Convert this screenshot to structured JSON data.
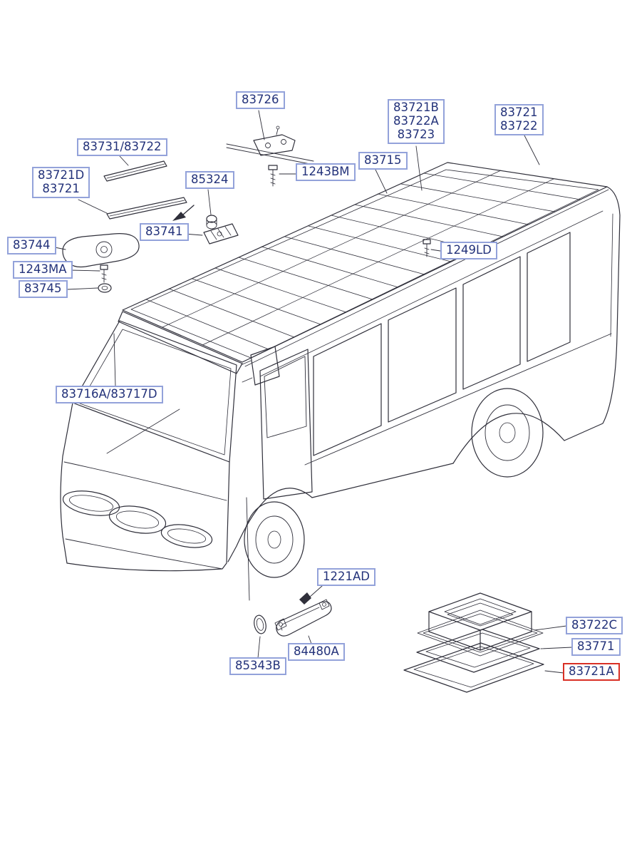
{
  "diagram_title": "Bus roof trim and ventilator parts diagram",
  "colors": {
    "label_border": "#93a2da",
    "label_text": "#23327a",
    "highlight_border": "#d93025",
    "line_art": "#2f2f3a",
    "background": "#ffffff"
  },
  "labels": [
    {
      "id": "83726",
      "text": "83726",
      "highlighted": false
    },
    {
      "id": "83721B-83722A-83723",
      "text": "83721B\n83722A\n83723",
      "highlighted": false
    },
    {
      "id": "83721-83722",
      "text": "83721\n83722",
      "highlighted": false
    },
    {
      "id": "83731-83722",
      "text": "83731/83722",
      "highlighted": false
    },
    {
      "id": "83721D-83721",
      "text": "83721D\n83721",
      "highlighted": false
    },
    {
      "id": "85324",
      "text": "85324",
      "highlighted": false
    },
    {
      "id": "1243BM",
      "text": "1243BM",
      "highlighted": false
    },
    {
      "id": "83715",
      "text": "83715",
      "highlighted": false
    },
    {
      "id": "83741",
      "text": "83741",
      "highlighted": false
    },
    {
      "id": "83744",
      "text": "83744",
      "highlighted": false
    },
    {
      "id": "1243MA",
      "text": "1243MA",
      "highlighted": false
    },
    {
      "id": "83745",
      "text": "83745",
      "highlighted": false
    },
    {
      "id": "1249LD",
      "text": "1249LD",
      "highlighted": false
    },
    {
      "id": "83716A-83717D",
      "text": "83716A/83717D",
      "highlighted": false
    },
    {
      "id": "1221AD",
      "text": "1221AD",
      "highlighted": false
    },
    {
      "id": "84480A",
      "text": "84480A",
      "highlighted": false
    },
    {
      "id": "85343B",
      "text": "85343B",
      "highlighted": false
    },
    {
      "id": "83722C",
      "text": "83722C",
      "highlighted": false
    },
    {
      "id": "83771",
      "text": "83771",
      "highlighted": false
    },
    {
      "id": "83721A",
      "text": "83721A",
      "highlighted": true
    }
  ]
}
